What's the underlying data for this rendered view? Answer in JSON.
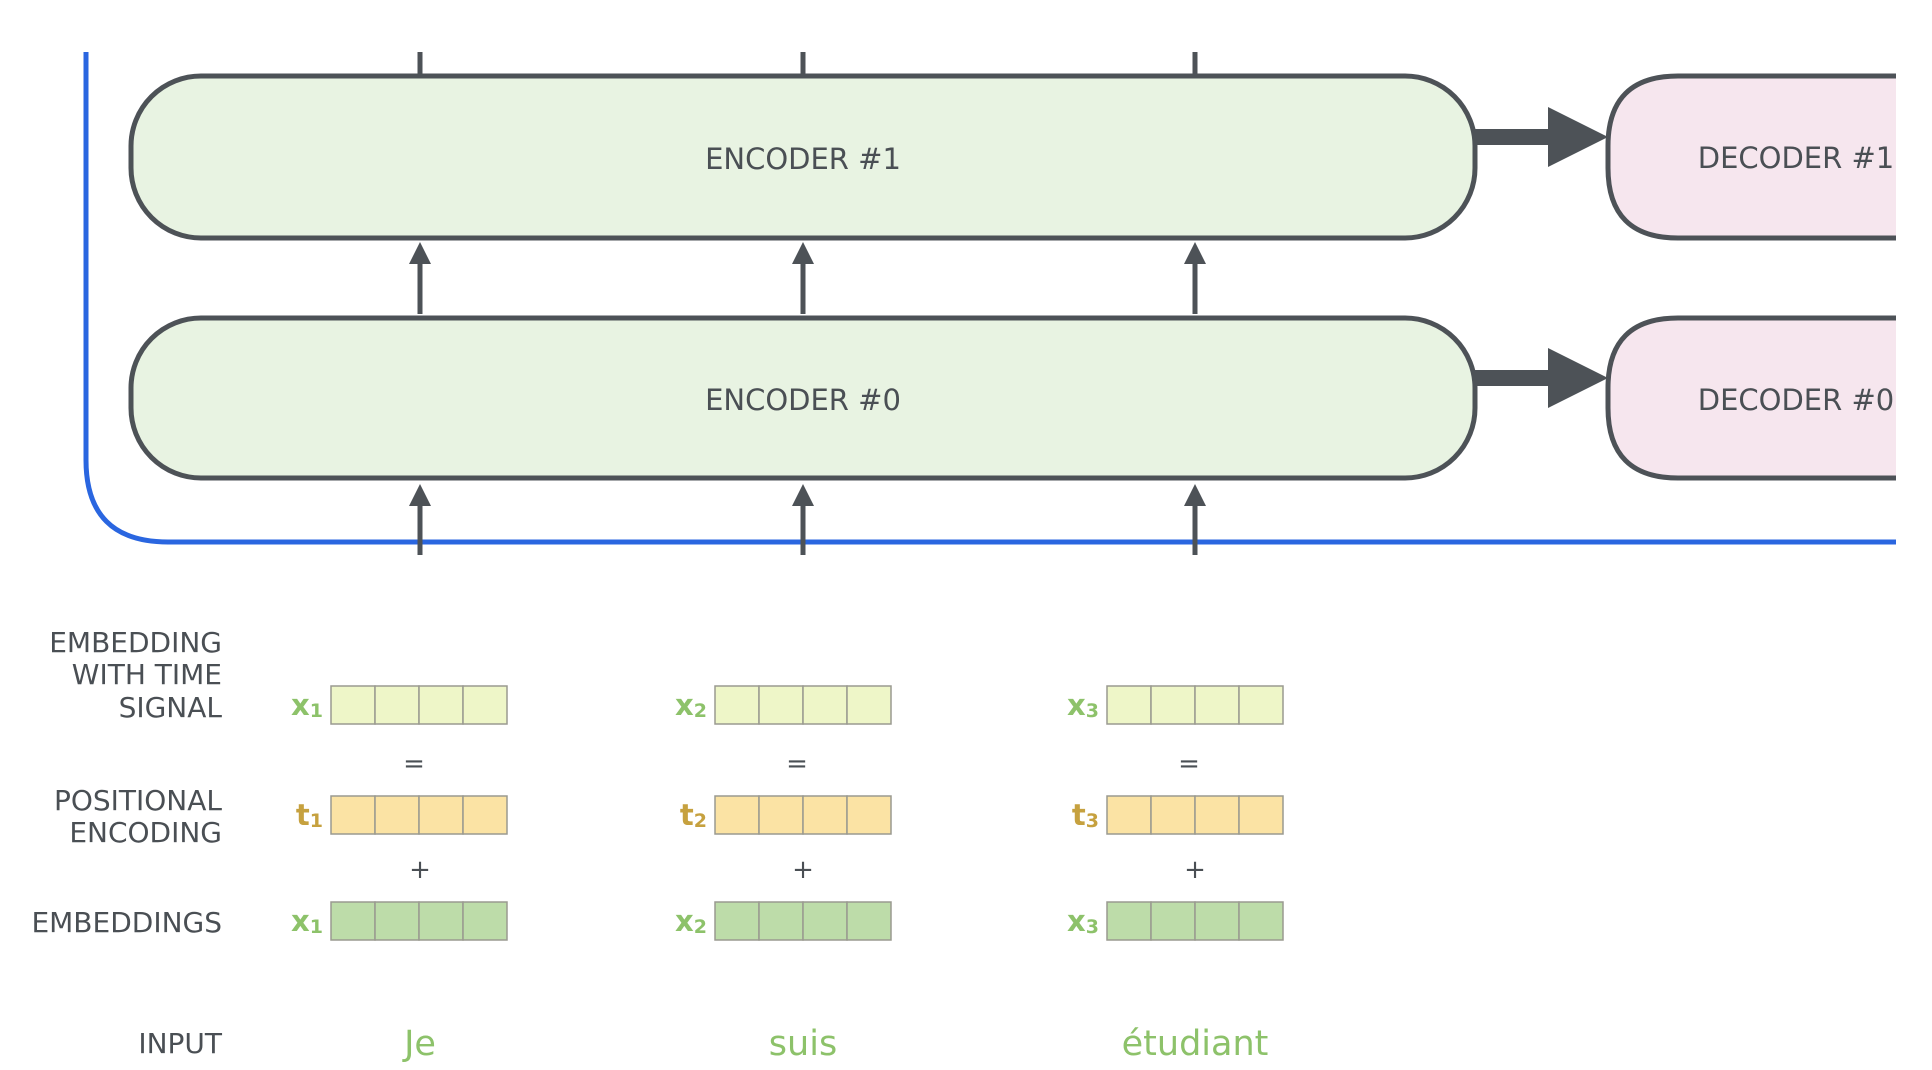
{
  "encoders": [
    {
      "label": "ENCODER #1"
    },
    {
      "label": "ENCODER #0"
    }
  ],
  "decoders": [
    {
      "label": "DECODER #1"
    },
    {
      "label": "DECODER #0"
    }
  ],
  "row_labels": {
    "embedding_time_signal": [
      "EMBEDDING",
      "WITH TIME",
      "SIGNAL"
    ],
    "positional_encoding": [
      "POSITIONAL",
      "ENCODING"
    ],
    "embeddings": "EMBEDDINGS",
    "input": "INPUT"
  },
  "tokens": [
    {
      "word": "Je",
      "x_base": "x",
      "x_sub": "1",
      "t_base": "t",
      "t_sub": "1"
    },
    {
      "word": "suis",
      "x_base": "x",
      "x_sub": "2",
      "t_base": "t",
      "t_sub": "2"
    },
    {
      "word": "étudiant",
      "x_base": "x",
      "x_sub": "3",
      "t_base": "t",
      "t_sub": "3"
    }
  ],
  "symbols": {
    "equals": "=",
    "plus": "+"
  },
  "colors": {
    "encoder_fill": "#e8f3e2",
    "decoder_fill": "#f6e6ee",
    "box_stroke": "#4d5257",
    "bracket": "#2a66e0",
    "time_signal_cell": "#eef6c8",
    "positional_cell": "#fbe3a4",
    "embedding_cell": "#bddca9",
    "green_text": "#8dc26a",
    "gold_text": "#c6a13f"
  }
}
